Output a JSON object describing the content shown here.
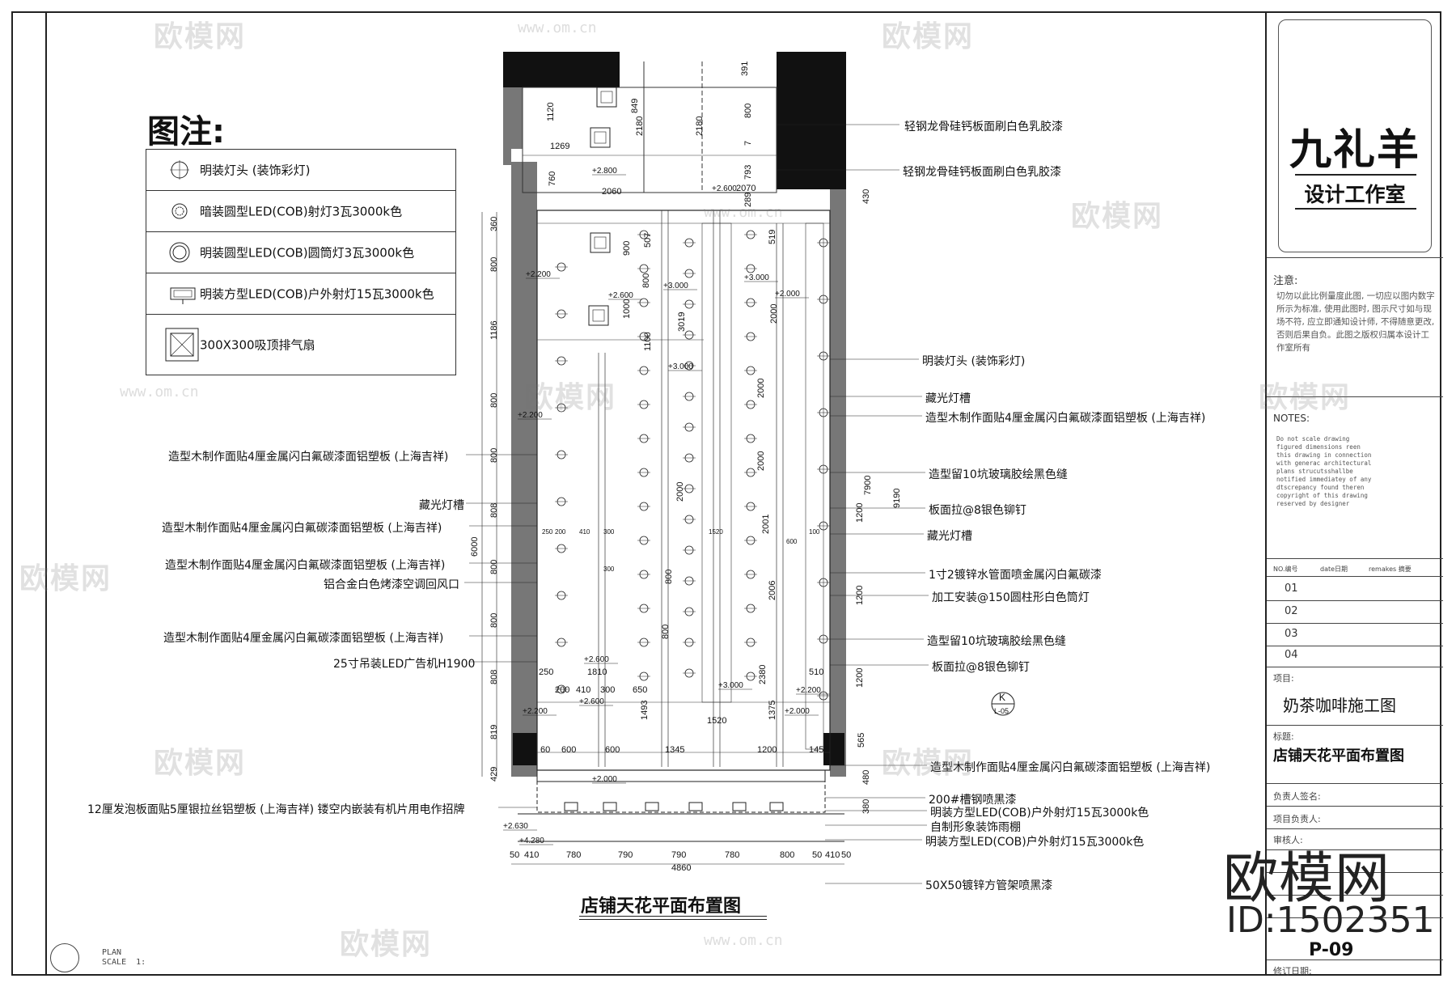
{
  "legend": {
    "title": "图注:",
    "items": [
      {
        "icon": "pendant-light-icon",
        "label": "明装灯头 (装饰彩灯)"
      },
      {
        "icon": "recessed-spotlight-icon",
        "label": "暗装圆型LED(COB)射灯3瓦3000k色"
      },
      {
        "icon": "downlight-icon",
        "label": "明装圆型LED(COB)圆筒灯3瓦3000k色"
      },
      {
        "icon": "square-floodlight-icon",
        "label": "明装方型LED(COB)户外射灯15瓦3000k色"
      },
      {
        "icon": "exhaust-fan-icon",
        "label": "300X300吸顶排气扇"
      }
    ]
  },
  "annotations_right": [
    "轻钢龙骨硅钙板面刷白色乳胶漆",
    "轻钢龙骨硅钙板面刷白色乳胶漆",
    "明装灯头 (装饰彩灯)",
    "藏光灯槽",
    "造型木制作面贴4厘金属闪白氟碳漆面铝塑板 (上海吉祥)",
    "造型留10坑玻璃胶绘黑色缝",
    "板面拉@8银色铆钉",
    "藏光灯槽",
    "1寸2镀锌水管面喷金属闪白氟碳漆",
    "加工安装@150圆柱形白色筒灯",
    "造型留10坑玻璃胶绘黑色缝",
    "板面拉@8银色铆钉",
    "造型木制作面贴4厘金属闪白氟碳漆面铝塑板 (上海吉祥)",
    "200#槽钢喷黑漆",
    "明装方型LED(COB)户外射灯15瓦3000k色",
    "自制形象装饰雨棚",
    "明装方型LED(COB)户外射灯15瓦3000k色",
    "50X50镀锌方管架喷黑漆"
  ],
  "annotations_left": [
    "造型木制作面贴4厘金属闪白氟碳漆面铝塑板 (上海吉祥)",
    "藏光灯槽",
    "造型木制作面贴4厘金属闪白氟碳漆面铝塑板 (上海吉祥)",
    "造型木制作面贴4厘金属闪白氟碳漆面铝塑板 (上海吉祥)",
    "铝合金白色烤漆空调回风口",
    "造型木制作面贴4厘金属闪白氟碳漆面铝塑板 (上海吉祥)",
    "25寸吊装LED广告机H1900",
    "12厘发泡板面贴5厘银拉丝铝塑板 (上海吉祥) 镂空内嵌装有机片用电作招牌"
  ],
  "dimensions": {
    "top": [
      "1120",
      "849",
      "2180",
      "2180",
      "391",
      "800",
      "7",
      "793",
      "1269",
      "2060",
      "760",
      "2070",
      "289",
      "430"
    ],
    "left": [
      "360",
      "800",
      "1186",
      "800",
      "800",
      "808",
      "800",
      "800",
      "808",
      "819",
      "429",
      "6000"
    ],
    "inner": [
      "900",
      "507",
      "519",
      "800",
      "1000",
      "3019",
      "2000",
      "1100",
      "2000",
      "2000",
      "2000",
      "2001",
      "2006",
      "800",
      "800",
      "2380",
      "1375",
      "1493",
      "1520",
      "7900",
      "9190",
      "1200",
      "1200",
      "1200",
      "565",
      "480",
      "380"
    ],
    "bottom_row1": [
      "250",
      "1810",
      "510"
    ],
    "bottom_row2": [
      "200",
      "410",
      "300",
      "650"
    ],
    "bottom_row3": [
      "60",
      "600",
      "600",
      "1345",
      "1200",
      "145"
    ],
    "bottom": [
      "50",
      "410",
      "780",
      "790",
      "790",
      "780",
      "800",
      "50",
      "410",
      "50"
    ],
    "total_width": "4860",
    "mid_row": [
      "250",
      "200",
      "410",
      "300",
      "1520",
      "600",
      "100",
      "300"
    ],
    "heights": [
      "+2.800",
      "+2.600",
      "+3.000",
      "+2.200",
      "+2.600",
      "+3.000",
      "+2.000",
      "+3.000",
      "+2.200",
      "+2.600",
      "+2.600",
      "+3.000",
      "+2.200",
      "+2.000",
      "+2.200",
      "+2.000",
      "+2.630",
      "+4.280"
    ]
  },
  "section_marker": {
    "letter": "K",
    "ref": "L-05"
  },
  "caption": "店铺天花平面布置图",
  "plan_label": {
    "line1": "PLAN",
    "line2": "SCALE  1:"
  },
  "title_block": {
    "brand": "九礼羊",
    "studio": "设计工作室",
    "notice_label": "注意:",
    "notice_text": "切勿以此比例量度此图, 一切应以图内数字所示为标准, 使用此图时, 图示尺寸如与现场不符, 应立即通知设计师, 不得随意更改, 否则后果自负。此图之版权归属本设计工作室所有",
    "notes_label": "NOTES:",
    "notes_text": "Do not scale drawing figured dimensions reen this drawing in connection with generac architectural plans strucutsshallbe notified immediatey of any dtscrepancy found theren copyright of this drawing reserved by designer",
    "rev_headers": [
      "NO.编号",
      "date日期",
      "remakes 摘要"
    ],
    "rev_rows": [
      "01",
      "02",
      "03",
      "04"
    ],
    "project_label": "项目:",
    "project": "奶茶咖啡施工图",
    "title_label": "标题:",
    "title": "店铺天花平面布置图",
    "fields": [
      "负责人签名:",
      "项目负责人:",
      "审核人:"
    ],
    "sheet_no": "P-09",
    "revise_label": "修订日期:"
  },
  "watermark": {
    "brand": "欧模网",
    "id": "ID:1502351",
    "url": "www.om.cn"
  }
}
